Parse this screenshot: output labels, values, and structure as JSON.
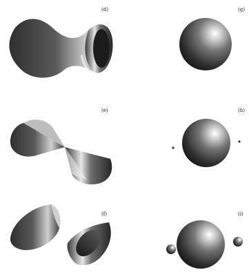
{
  "figure": {
    "panels": [
      {
        "id": "d",
        "label": "(d)",
        "shape": "hyperboloid-one-sheet"
      },
      {
        "id": "g",
        "label": "(g)",
        "shape": "sphere"
      },
      {
        "id": "e",
        "label": "(e)",
        "shape": "double-cone"
      },
      {
        "id": "h",
        "label": "(h)",
        "shape": "sphere-with-two-specks"
      },
      {
        "id": "f",
        "label": "(f)",
        "shape": "hyperboloid-two-sheets"
      },
      {
        "id": "i",
        "label": "(i)",
        "shape": "sphere-with-two-small-spheres"
      }
    ]
  }
}
